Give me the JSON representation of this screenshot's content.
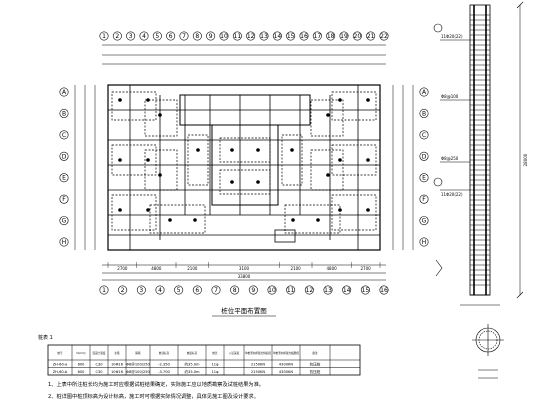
{
  "plan": {
    "caption": "桩位平面布置图",
    "top_grids": [
      "1",
      "2",
      "3",
      "4",
      "5",
      "6",
      "7",
      "8",
      "9",
      "10",
      "11",
      "12",
      "13",
      "14",
      "15",
      "16",
      "17",
      "18",
      "19",
      "20",
      "21",
      "22"
    ],
    "bottom_grids": [
      "1",
      "2",
      "3",
      "4",
      "5",
      "6",
      "7",
      "8",
      "9",
      "10",
      "11",
      "12",
      "13",
      "14",
      "15",
      "16"
    ],
    "left_grids": [
      "A",
      "B",
      "C",
      "D",
      "E",
      "F",
      "G",
      "H"
    ],
    "right_grids": [
      "A",
      "B",
      "C",
      "D",
      "E",
      "F",
      "G",
      "H"
    ],
    "bottom_dims": [
      "2700",
      "4800",
      "2100",
      "3100",
      "2100",
      "4800",
      "2700"
    ],
    "bottom_total": "33800"
  },
  "section": {
    "labels": [
      "11Φ20(22)",
      "Φ8@100",
      "Φ8@250",
      "11Φ20(22)"
    ],
    "right_dim": "28000"
  },
  "pile_table": {
    "title": "桩表 1",
    "headers": [
      "桩号",
      "D(mm)",
      "混凝土强度",
      "主筋",
      "箍筋",
      "桩顶标高",
      "桩底标高",
      "桩长",
      "入岩深度",
      "单桩竖向承载力特征值",
      "单桩竖向承载力极限值",
      "备注"
    ],
    "rows": [
      [
        "ZH-60-a",
        "600",
        "C30",
        "10Φ16",
        "Φ8@100/250",
        "-2.350",
        "约35.0m",
        "11φ",
        "",
        "2150KN",
        "4300KN",
        "抗压桩"
      ],
      [
        "ZH-60-b",
        "600",
        "C30",
        "10Φ16",
        "Φ8@100/250",
        "-3.700",
        "约35.0m",
        "11φ",
        "",
        "2150KN",
        "4300KN",
        "抗压桩"
      ]
    ]
  },
  "notes": [
    "1、上表中所注桩长均为施工时应根据试桩结果确定，实际施工应以地质勘察及试桩结果为准。",
    "2、桩详图中桩顶标高为设计标高，施工时可根据实际情况调整，具体见施工图及设计要求。"
  ]
}
